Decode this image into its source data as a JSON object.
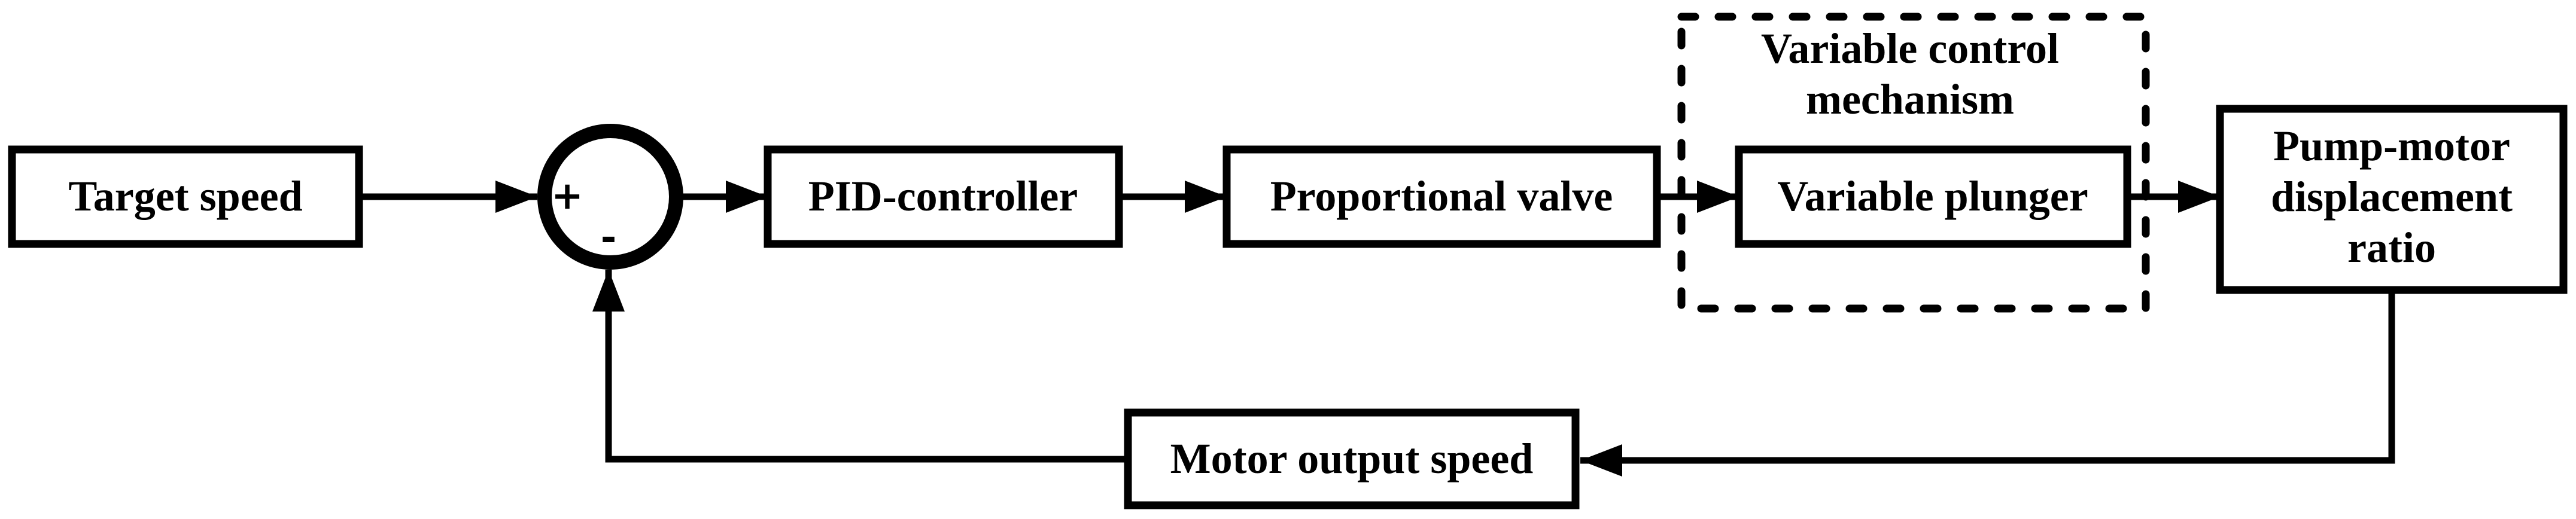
{
  "diagram": {
    "type": "control-loop-block-diagram",
    "colors": {
      "ink": "#000000",
      "background": "#ffffff"
    },
    "blocks": {
      "target": {
        "label": "Target speed"
      },
      "pid": {
        "label": "PID-controller"
      },
      "valve": {
        "label": "Proportional valve"
      },
      "plunger": {
        "label": "Variable plunger"
      },
      "pump": {
        "lines": [
          "Pump-motor",
          "displacement",
          "ratio"
        ]
      },
      "motor": {
        "label": "Motor output speed"
      }
    },
    "container": {
      "lines": [
        "Variable control",
        "mechanism"
      ]
    },
    "summing_junction": {
      "positive": "+",
      "negative": "-"
    }
  }
}
